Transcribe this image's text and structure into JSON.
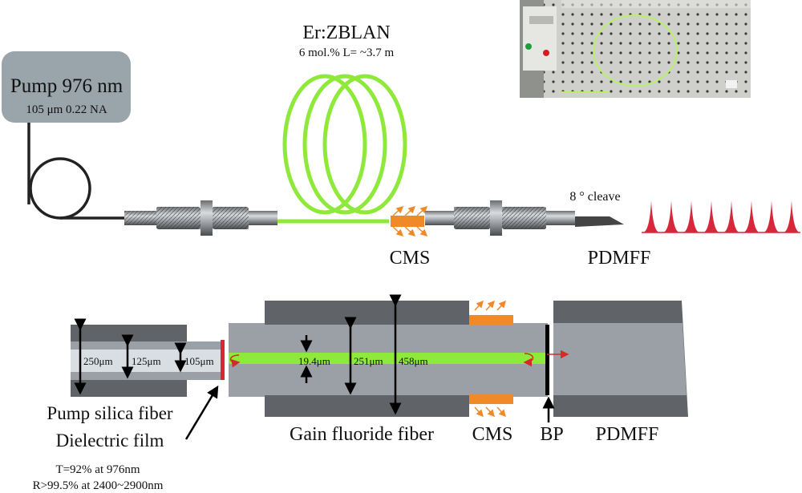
{
  "top": {
    "pump": {
      "title": "Pump 976 nm",
      "spec": "105 μm 0.22 NA",
      "box_color": "#9aa4ab"
    },
    "gain": {
      "title": "Er:ZBLAN",
      "spec": "6 mol.%  L= ~3.7 m",
      "fiber_color": "#8ee93a"
    },
    "cleave_label": "8 ° cleave",
    "cms_label": "CMS",
    "pdmff_label": "PDMFF",
    "pulse_color": "#d6283a",
    "heat_color": "#f08a28"
  },
  "bottom": {
    "silica_dims": [
      "250μm",
      "125μm",
      "105μm"
    ],
    "gain_dims": [
      "19.4μm",
      "251μm",
      "458μm"
    ],
    "labels": {
      "pump_silica": "Pump silica fiber",
      "dielectric": "Dielectric film",
      "gain_fiber": "Gain fluoride fiber",
      "cms": "CMS",
      "bp": "BP",
      "pdmff": "PDMFF"
    },
    "film_spec_1": "T=92% at 976nm",
    "film_spec_2": "R>99.5% at 2400~2900nm",
    "colors": {
      "cladding_dark": "#606468",
      "cladding_light": "#9aa0a6",
      "core": "#8ee93a",
      "silica_core": "#d9dee2",
      "film": "#d62a2a",
      "cms": "#f08a28"
    }
  }
}
